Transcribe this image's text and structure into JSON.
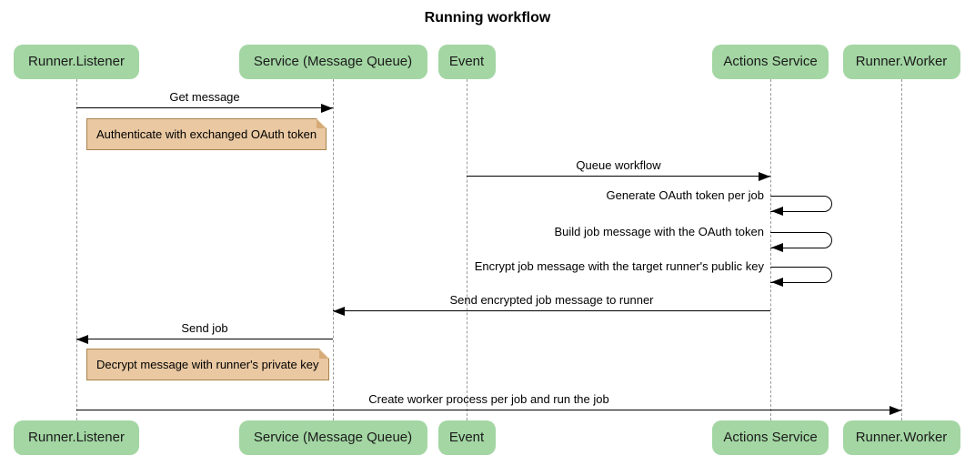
{
  "title": "Running workflow",
  "theme": {
    "background": "#ffffff",
    "actor_fill": "#a3d6a3",
    "actor_text": "#1b1b1b",
    "line_color": "#000000",
    "lifeline_color": "#999999",
    "note_fill": "#e9c8a2",
    "note_border": "#a8834e",
    "note_fold": "#d6ab77"
  },
  "participants": [
    {
      "id": "runner-listener",
      "label": "Runner.Listener"
    },
    {
      "id": "service-mq",
      "label": "Service (Message Queue)"
    },
    {
      "id": "event",
      "label": "Event"
    },
    {
      "id": "actions-service",
      "label": "Actions Service"
    },
    {
      "id": "runner-worker",
      "label": "Runner.Worker"
    }
  ],
  "messages": [
    {
      "type": "message",
      "text": "Get message",
      "from": "runner-listener",
      "to": "service-mq"
    },
    {
      "type": "note",
      "text": "Authenticate with exchanged OAuth token",
      "anchor": "runner-listener"
    },
    {
      "type": "message",
      "text": "Queue workflow",
      "from": "event",
      "to": "actions-service"
    },
    {
      "type": "self",
      "text": "Generate OAuth token per job",
      "on": "actions-service"
    },
    {
      "type": "self",
      "text": "Build job message with the OAuth token",
      "on": "actions-service"
    },
    {
      "type": "self",
      "text": "Encrypt job message with the target runner's public key",
      "on": "actions-service"
    },
    {
      "type": "message",
      "text": "Send encrypted job message to runner",
      "from": "actions-service",
      "to": "service-mq"
    },
    {
      "type": "message",
      "text": "Send job",
      "from": "service-mq",
      "to": "runner-listener"
    },
    {
      "type": "note",
      "text": "Decrypt message with runner's private key",
      "anchor": "runner-listener"
    },
    {
      "type": "message",
      "text": "Create worker process per job and run the job",
      "from": "runner-listener",
      "to": "runner-worker"
    }
  ]
}
